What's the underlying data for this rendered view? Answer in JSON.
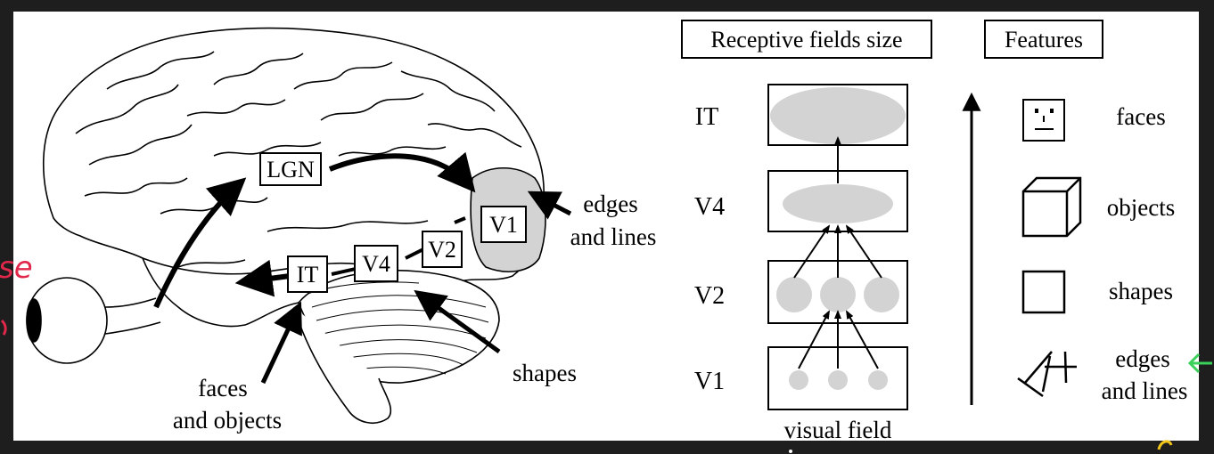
{
  "colors": {
    "background": "#1e1e1e",
    "panel": "#ffffff",
    "ink": "#000000",
    "shade": "#d3d3d3",
    "annotation_red": "#e0284b",
    "annotation_green": "#3bd15a",
    "annotation_yellow": "#f0c419"
  },
  "brain": {
    "areas": {
      "lgn": "LGN",
      "v1": "V1",
      "v2": "V2",
      "v4": "V4",
      "it": "IT"
    },
    "callouts": {
      "edges": [
        "edges",
        "and lines"
      ],
      "shapes": "shapes",
      "faces": [
        "faces",
        "and objects"
      ]
    }
  },
  "hierarchy": {
    "header_receptive": "Receptive fields size",
    "header_features": "Features",
    "levels": [
      "IT",
      "V4",
      "V2",
      "V1"
    ],
    "visual_field": "visual field",
    "features": [
      "faces",
      "objects",
      "shapes",
      [
        "edges",
        "and lines"
      ]
    ]
  },
  "annotations": {
    "red_fragment": "se"
  }
}
